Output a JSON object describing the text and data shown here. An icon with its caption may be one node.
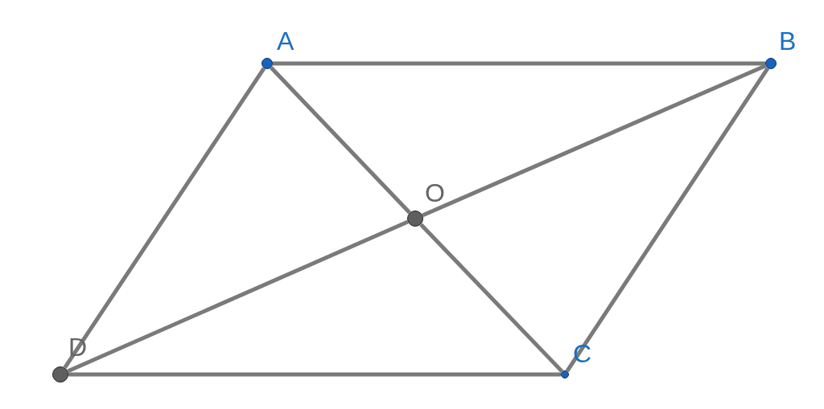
{
  "diagram": {
    "nodes": [
      {
        "text": [
          "A"
        ]
      },
      {
        "text": [
          "B"
        ]
      },
      {
        "text": [
          "O"
        ]
      },
      {
        "text": [
          "D"
        ]
      },
      {
        "text": [
          "C"
        ]
      }
    ],
    "edges": [
      {
        "from": 0,
        "to": 1,
        "arrow": "none"
      },
      {
        "from": 1,
        "to": 4,
        "arrow": "none"
      },
      {
        "from": 4,
        "to": 3,
        "arrow": "none"
      },
      {
        "from": 3,
        "to": 0,
        "arrow": "none"
      },
      {
        "from": 0,
        "to": 2,
        "arrow": "none"
      },
      {
        "from": 2,
        "to": 4,
        "arrow": "none"
      },
      {
        "from": 3,
        "to": 2,
        "arrow": "none"
      },
      {
        "from": 2,
        "to": 1,
        "arrow": "none"
      }
    ]
  }
}
